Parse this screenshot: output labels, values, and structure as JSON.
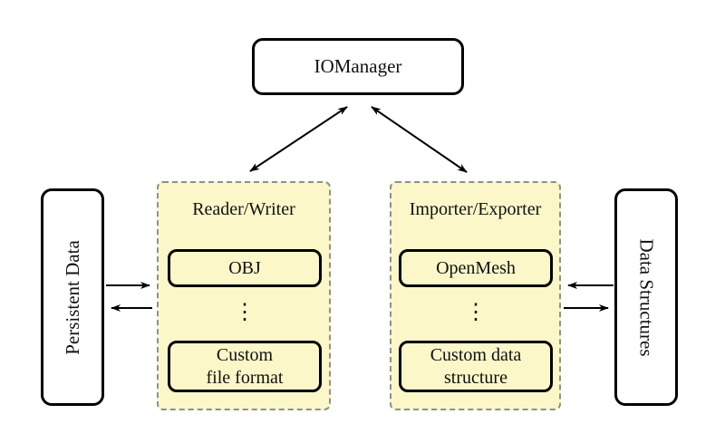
{
  "diagram": {
    "iomanager": {
      "label": "IOManager"
    },
    "persistent_data": {
      "label": "Persistent Data"
    },
    "data_structures": {
      "label": "Data Structures"
    },
    "reader_writer": {
      "title": "Reader/Writer",
      "items": [
        {
          "label": "OBJ"
        },
        {
          "label": "Custom\nfile format"
        }
      ],
      "ellipsis": "⋮"
    },
    "importer_exporter": {
      "title": "Importer/Exporter",
      "items": [
        {
          "label": "OpenMesh"
        },
        {
          "label": "Custom data\nstructure"
        }
      ],
      "ellipsis": "⋮"
    },
    "colors": {
      "group_fill": "#fbf7c9",
      "group_border": "#8f8f8f",
      "node_border": "#000000",
      "arrow": "#000000",
      "background": "#ffffff"
    }
  }
}
